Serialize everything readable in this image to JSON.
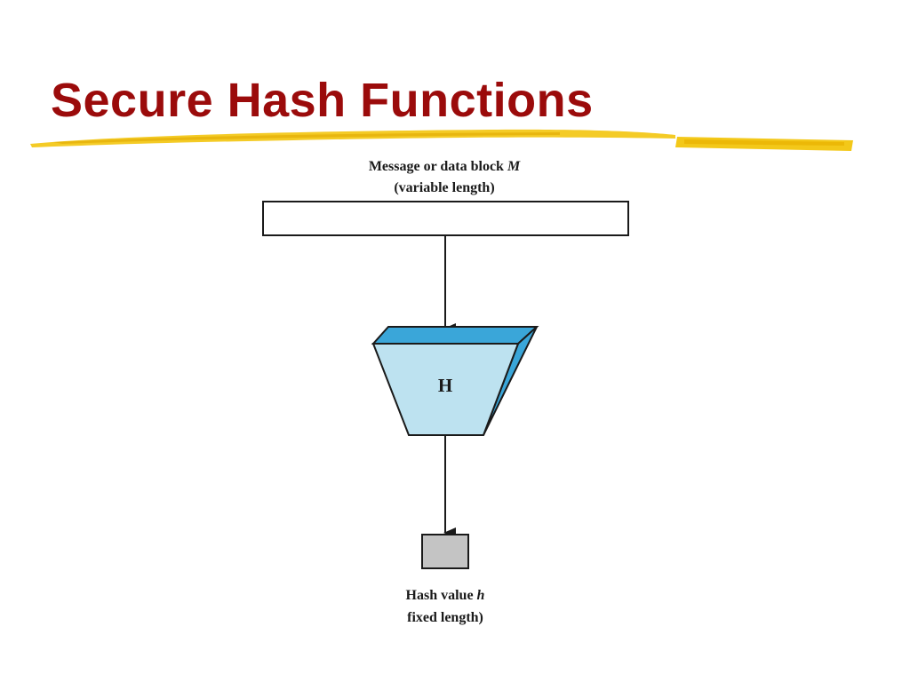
{
  "slide": {
    "title": "Secure Hash Functions",
    "title_color": "#9b0b0b",
    "accent_color": "#f2c200"
  },
  "diagram": {
    "input_label_line1": "Message or data block ",
    "input_label_var": "M",
    "input_label_line2": "(variable length)",
    "function_label": "H",
    "output_label_line1": "Hash value ",
    "output_label_var": "h",
    "output_label_line2": "fixed length)",
    "colors": {
      "function_face": "#bde2f0",
      "function_edge": "#3aa6d9",
      "output_block": "#c4c4c4",
      "stroke": "#1a1a1a"
    }
  }
}
